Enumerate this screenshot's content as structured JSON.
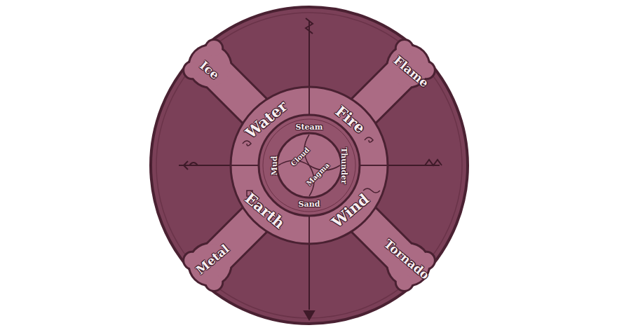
{
  "diagram": {
    "labels": [
      "Ice",
      "Flame",
      "Water",
      "Fire",
      "Steam",
      "Mud",
      "Cloud",
      "Magma",
      "Thunder",
      "Earth",
      "Wind",
      "Sand",
      "Metal",
      "Tornado"
    ]
  }
}
